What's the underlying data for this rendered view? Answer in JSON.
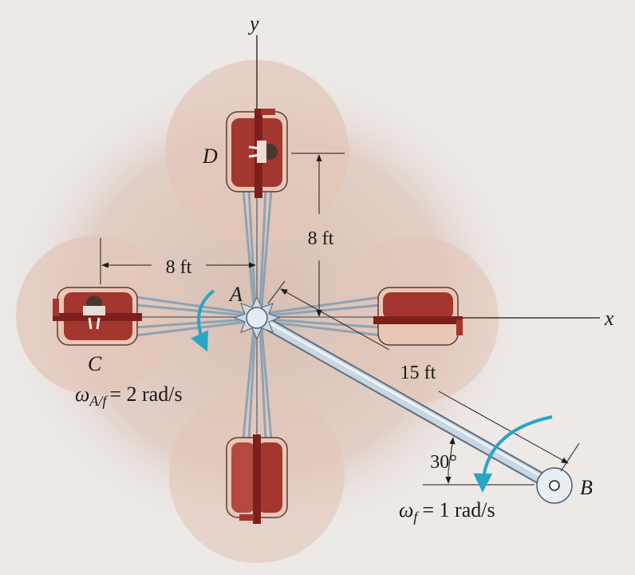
{
  "axes": {
    "x": "x",
    "y": "y"
  },
  "points": {
    "A": "A",
    "B": "B",
    "C": "C",
    "D": "D"
  },
  "dimensions": {
    "horizontal": "8 ft",
    "vertical": "8 ft",
    "arm": "15 ft",
    "angle": "30°"
  },
  "angular_velocities": {
    "omega_A_f": {
      "symbol": "ω",
      "subscript": "A/f",
      "value": "= 2 rad/s"
    },
    "omega_f": {
      "symbol": "ω",
      "subscript": "f",
      "value": "= 1 rad/s"
    }
  },
  "colors": {
    "background": "#ece9e7",
    "shadow": "#dcc6bc",
    "car_body": "#a3362f",
    "car_dark": "#7d1f1b",
    "car_trim": "#e9c7b6",
    "cable": "#8da3b5",
    "arrow": "#2aa4c6",
    "arm": "#bfd0dd"
  }
}
